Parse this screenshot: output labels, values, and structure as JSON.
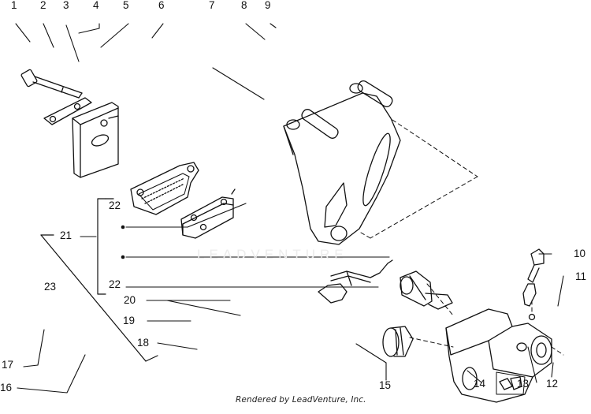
{
  "diagram": {
    "callouts": [
      {
        "id": "c1",
        "text": "1"
      },
      {
        "id": "c2",
        "text": "2"
      },
      {
        "id": "c3",
        "text": "3"
      },
      {
        "id": "c4",
        "text": "4"
      },
      {
        "id": "c5",
        "text": "5"
      },
      {
        "id": "c6",
        "text": "6"
      },
      {
        "id": "c7",
        "text": "7"
      },
      {
        "id": "c8",
        "text": "8"
      },
      {
        "id": "c9",
        "text": "9"
      },
      {
        "id": "c10",
        "text": "10"
      },
      {
        "id": "c11",
        "text": "11"
      },
      {
        "id": "c12",
        "text": "12"
      },
      {
        "id": "c13",
        "text": "13"
      },
      {
        "id": "c14",
        "text": "14"
      },
      {
        "id": "c15",
        "text": "15"
      },
      {
        "id": "c16",
        "text": "16"
      },
      {
        "id": "c17",
        "text": "17"
      },
      {
        "id": "c18",
        "text": "18"
      },
      {
        "id": "c19",
        "text": "19"
      },
      {
        "id": "c20",
        "text": "20"
      },
      {
        "id": "c21",
        "text": "21"
      },
      {
        "id": "c22a",
        "text": "22"
      },
      {
        "id": "c22b",
        "text": "22"
      },
      {
        "id": "c23",
        "text": "23"
      }
    ],
    "credit": "Rendered by LeadVenture, Inc.",
    "watermark": "LEADVENTURE"
  },
  "colors": {
    "line": "#111111",
    "background": "#ffffff",
    "watermark": "#ececec"
  }
}
